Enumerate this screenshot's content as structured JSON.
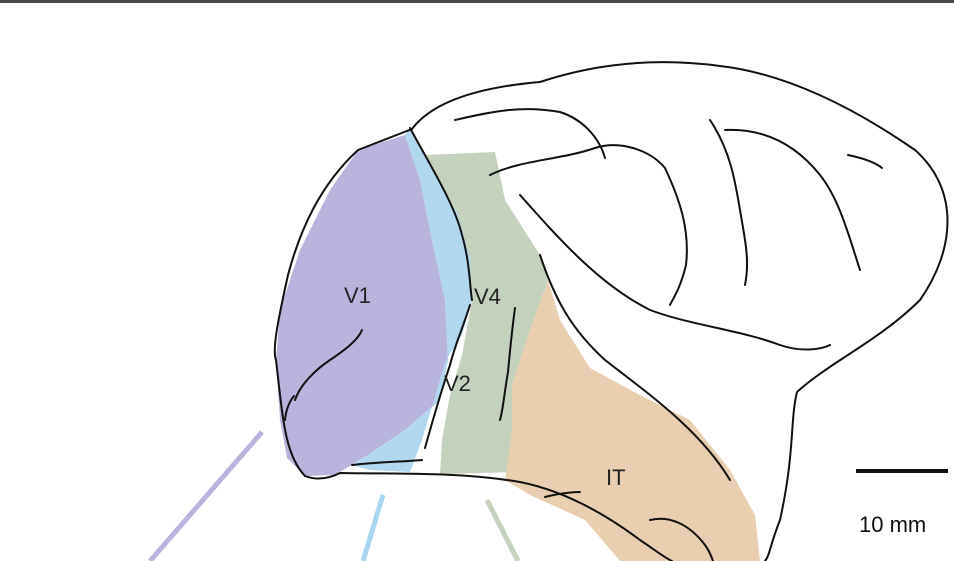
{
  "figure": {
    "areas": [
      {
        "id": "v1",
        "label": "V1",
        "color": "#b9b4dc"
      },
      {
        "id": "v2",
        "label": "V2",
        "color": "#b3d8ee"
      },
      {
        "id": "v4",
        "label": "V4",
        "color": "#c4d1bd"
      },
      {
        "id": "it",
        "label": "IT",
        "color": "#e9cfb2"
      }
    ],
    "scale_bar": {
      "label": "10 mm"
    }
  }
}
